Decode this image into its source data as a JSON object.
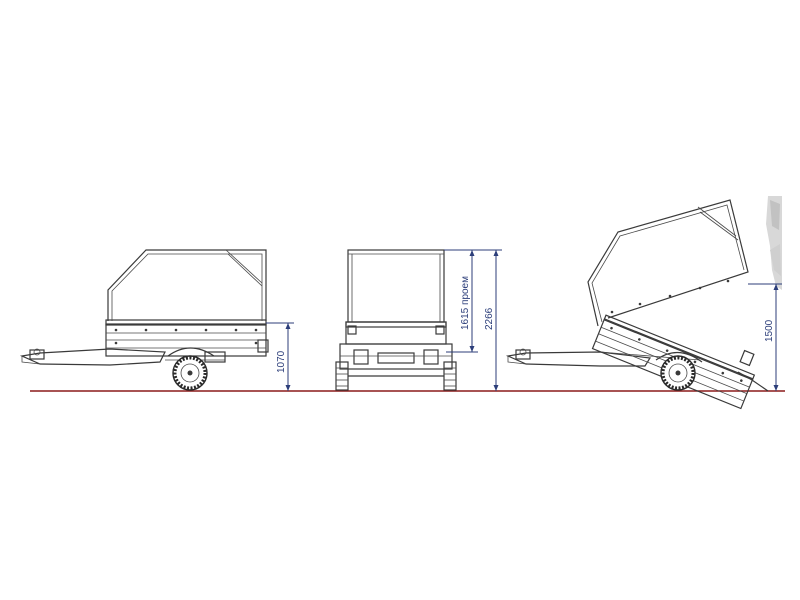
{
  "dimensions": {
    "side_height": "1070",
    "opening_height": "1615 проем",
    "total_height": "2266",
    "tilt_height": "1500"
  },
  "colors": {
    "ground_line": "#8b1a1a",
    "dimension_line": "#2c3e7a",
    "drawing_line": "#3a3a3a"
  },
  "views": [
    "side-view",
    "rear-view",
    "tilted-side-view"
  ]
}
